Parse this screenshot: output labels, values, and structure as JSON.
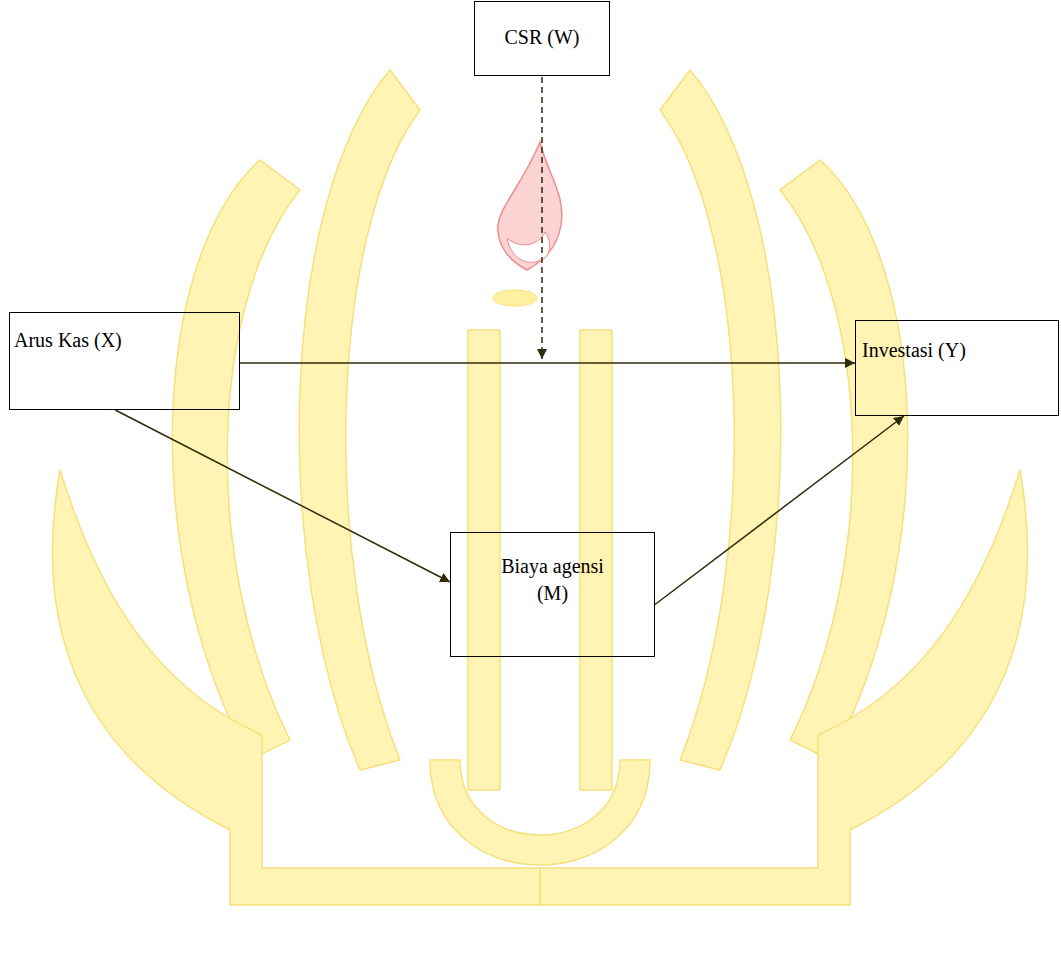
{
  "diagram": {
    "nodes": [
      {
        "text": [
          "CSR (W)"
        ]
      },
      {
        "text": [
          "Arus Kas (X)"
        ]
      },
      {
        "text": [
          "Investasi (Y)"
        ]
      },
      {
        "text": [
          "Biaya agensi (M)"
        ]
      }
    ],
    "edges": [
      {
        "from": 1,
        "to": 2,
        "arrow": "to"
      },
      {
        "from": 1,
        "to": 3,
        "arrow": "to"
      },
      {
        "from": 3,
        "to": 2,
        "arrow": "to"
      }
    ]
  }
}
